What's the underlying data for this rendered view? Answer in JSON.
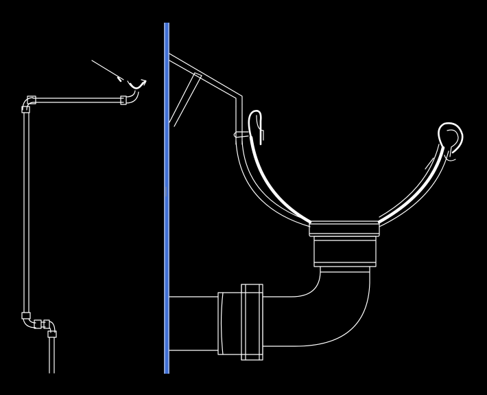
{
  "canvas": {
    "background": "#000000"
  },
  "colors": {
    "line": "#ffffff",
    "wall_accent": "#3f6fd6",
    "wall_outline": "#d8d8d8"
  },
  "drawing": {
    "wall": "wall-section",
    "details": [
      "downpipe-run-overview",
      "gutter-bracket",
      "half-round-gutter",
      "gutter-outlet",
      "outlet-bend",
      "pipe-coupling",
      "horizontal-pipe"
    ]
  }
}
